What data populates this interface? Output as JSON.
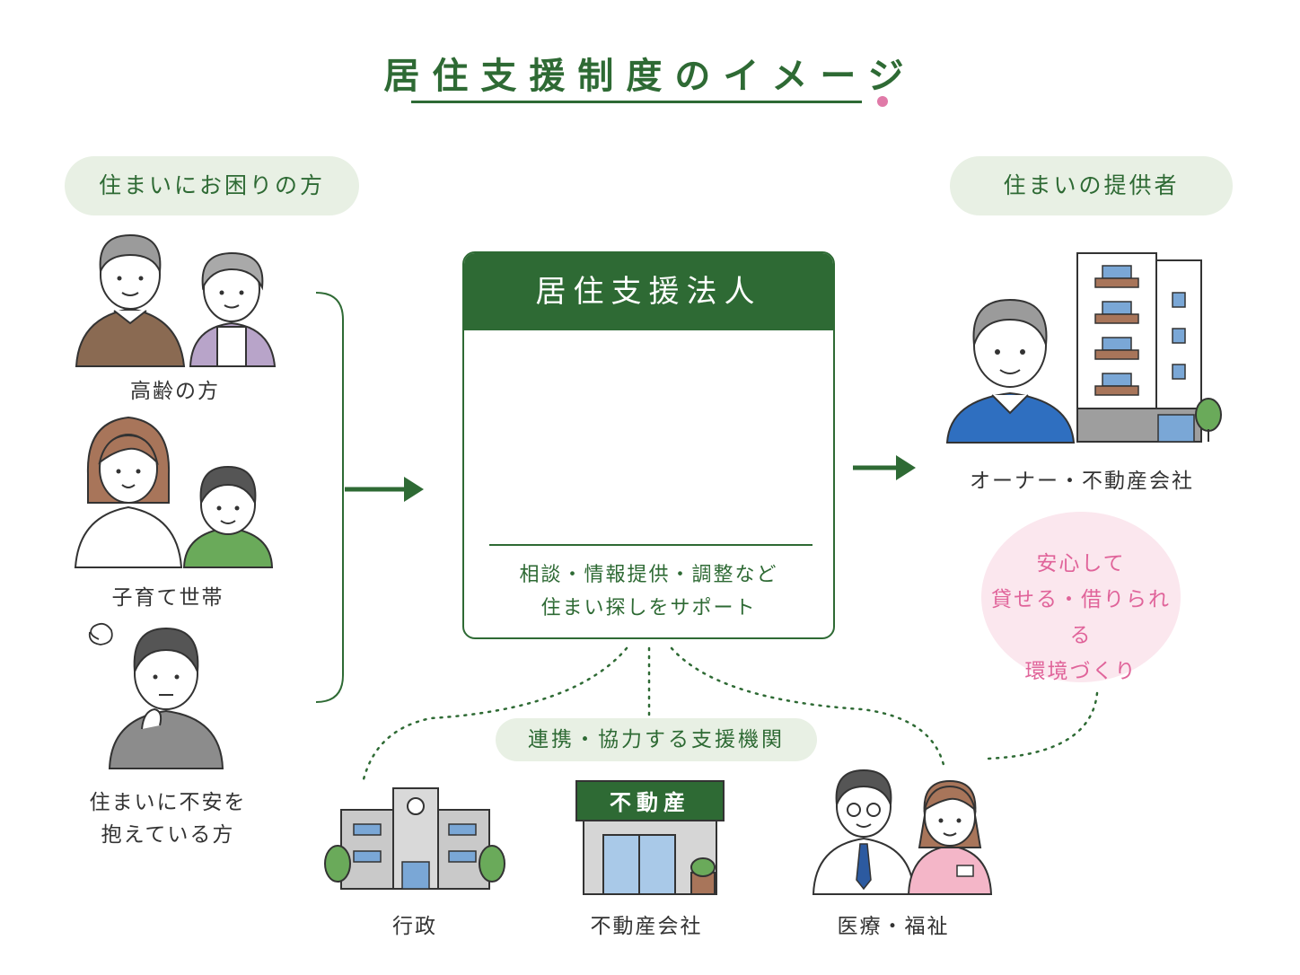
{
  "title": "居住支援制度のイメージ",
  "left_group": {
    "heading": "住まいにお困りの方",
    "items": [
      {
        "label": "高齢の方"
      },
      {
        "label": "子育て世帯"
      },
      {
        "label_line1": "住まいに不安を",
        "label_line2": "抱えている方"
      }
    ]
  },
  "center": {
    "heading": "居住支援法人",
    "desc_line1": "相談・情報提供・調整など",
    "desc_line2": "住まい探しをサポート"
  },
  "right_group": {
    "heading": "住まいの提供者",
    "label": "オーナー・不動産会社"
  },
  "bubble": {
    "line1": "安心して",
    "line2": "貸せる・借りられる",
    "line3": "環境づくり"
  },
  "support": {
    "heading": "連携・協力する支援機関",
    "items": [
      {
        "label": "行政"
      },
      {
        "label": "不動産会社",
        "sign": "不動産"
      },
      {
        "label": "医療・福祉"
      }
    ]
  },
  "colors": {
    "green": "#2e6a34",
    "pill_bg": "#e8f0e4",
    "pink": "#e0649a",
    "pink_bg": "#fbe7ee"
  }
}
